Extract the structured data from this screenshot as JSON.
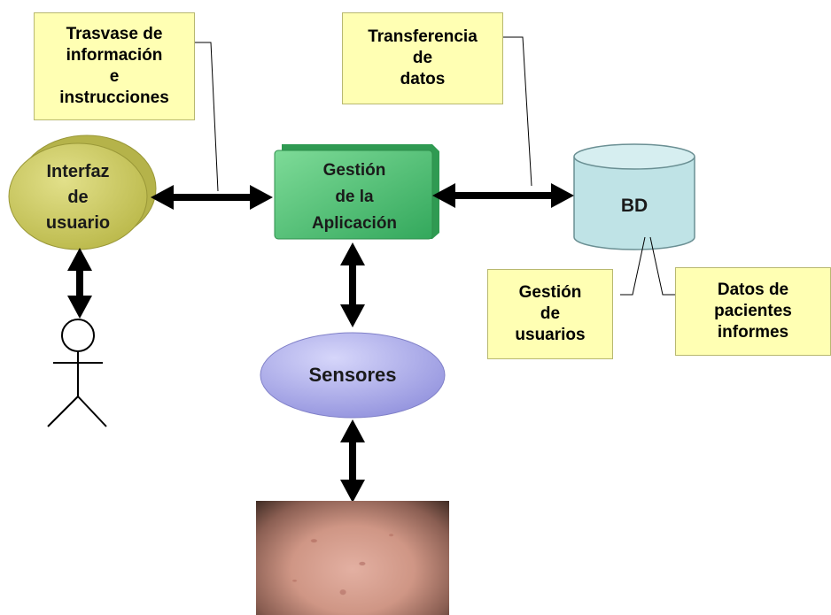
{
  "nodes": {
    "interface": "Interfaz\nde\nusuario",
    "app": "Gestión\nde la\nAplicación",
    "db": "BD",
    "sensors": "Sensores"
  },
  "callouts": {
    "transfer_info": "Trasvase de\ninformación\ne\ninstrucciones",
    "transfer_data": "Transferencia\nde\ndatos",
    "user_mgmt": "Gestión\nde\nusuarios",
    "patient_data": "Datos de\npacientes\ninformes"
  },
  "colors": {
    "callout_fill": "#ffffb3",
    "interface_fill": "#c7c55a",
    "app_fill": "#4cbf73",
    "db_fill": "#bfe3e6",
    "sensors_fill": "#a8a8e8",
    "arrow": "#000000"
  },
  "icons": {
    "user": "stick-figure-icon",
    "photo": "skin-lesion-photo"
  }
}
